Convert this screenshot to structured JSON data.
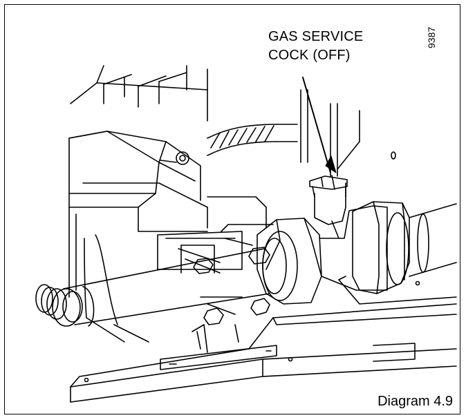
{
  "diagram": {
    "callout_line1": "GAS SERVICE",
    "callout_line2": "COCK (OFF)",
    "reference_number": "9387",
    "caption": "Diagram 4.9"
  }
}
